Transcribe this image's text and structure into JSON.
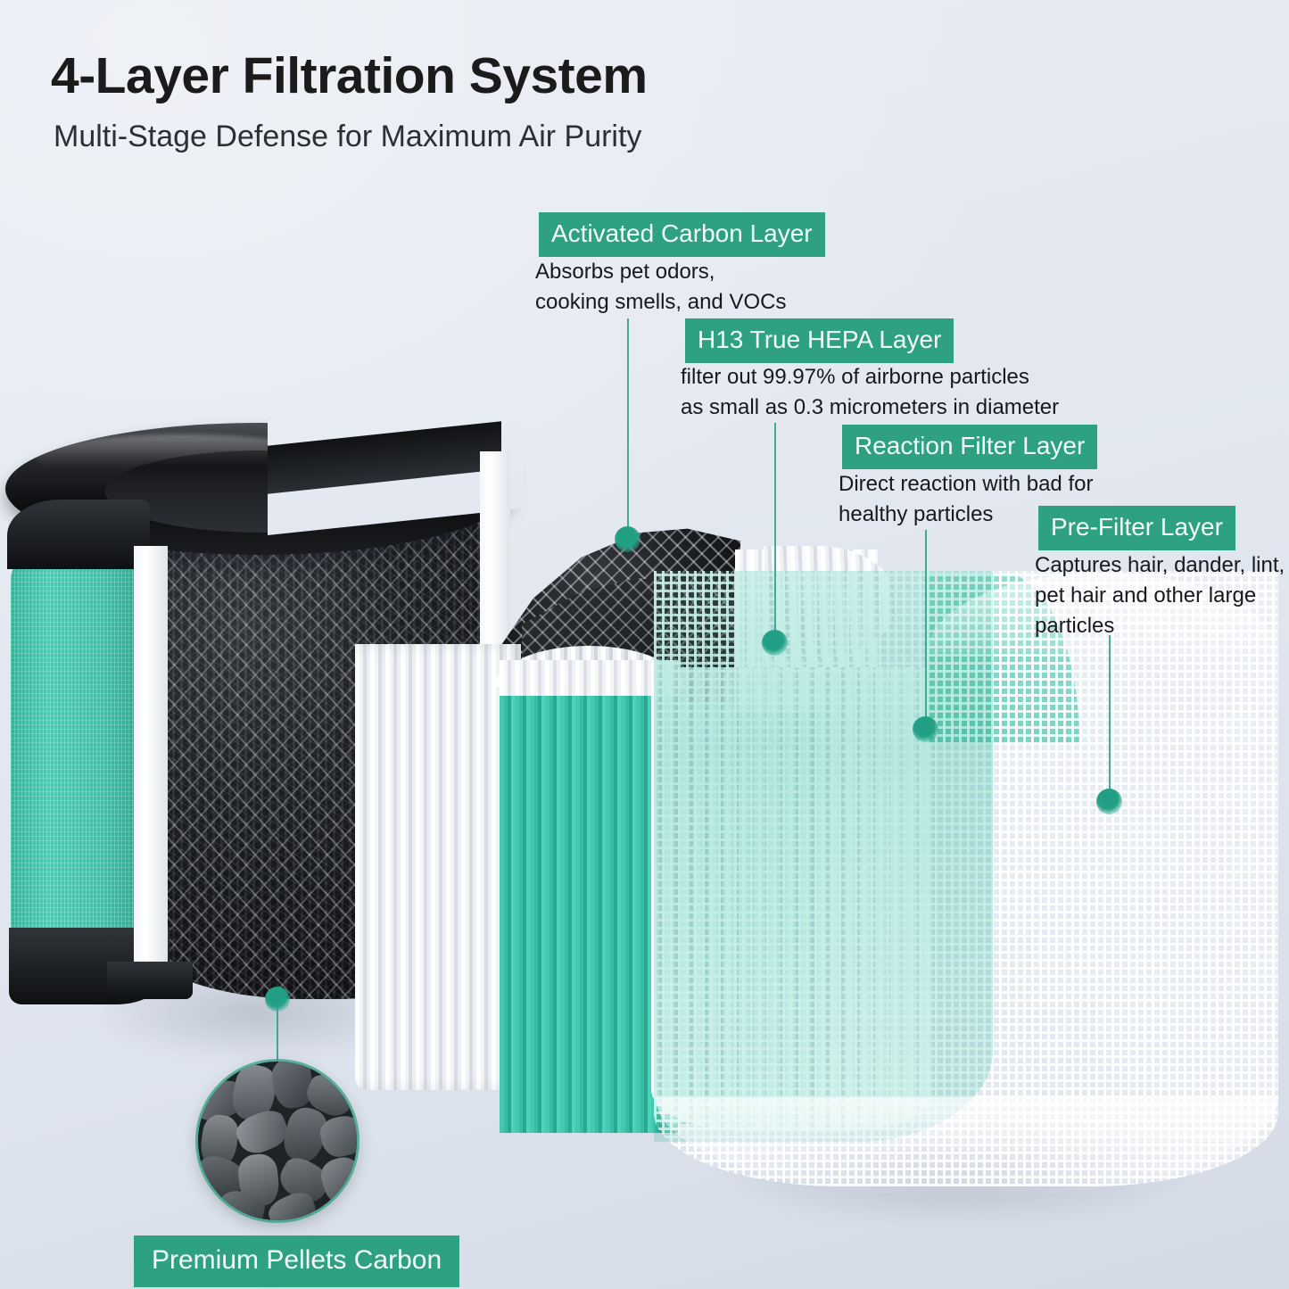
{
  "header": {
    "title": "4-Layer Filtration System",
    "subtitle": "Multi-Stage Defense for Maximum Air Purity"
  },
  "colors": {
    "badge_green": "#2fa183",
    "accent_teal": "#3fc3ab",
    "background": "#e4e9f1",
    "text_dark": "#17191c",
    "leader_line": "#2a9d86"
  },
  "callouts": [
    {
      "id": "activated-carbon",
      "label": "Activated Carbon Layer",
      "description": "Absorbs pet odors,\ncooking smells, and VOCs"
    },
    {
      "id": "h13-true-hepa",
      "label": "H13 True HEPA Layer",
      "description": "filter out 99.97% of airborne particles\nas small as 0.3 micrometers in diameter"
    },
    {
      "id": "reaction-filter",
      "label": "Reaction Filter Layer",
      "description": "Direct reaction with bad for\nhealthy particles"
    },
    {
      "id": "pre-filter",
      "label": "Pre-Filter Layer",
      "description": "Captures hair, dander, lint,\npet hair and other large\nparticles"
    }
  ],
  "inset": {
    "label": "Premium Pellets Carbon"
  }
}
